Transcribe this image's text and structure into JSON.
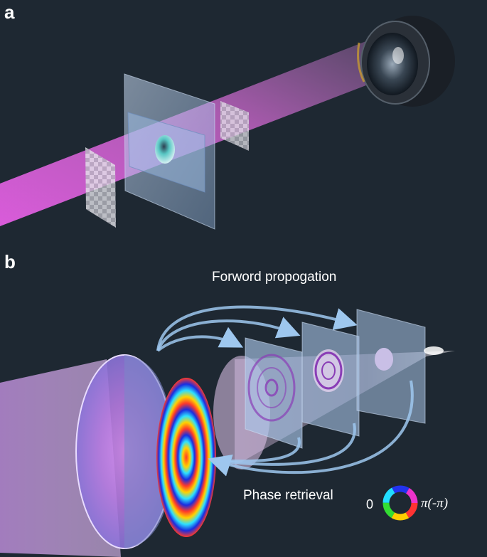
{
  "panels": {
    "a": {
      "label": "a"
    },
    "b": {
      "label": "b",
      "forward_label": "Forword propogation",
      "retrieval_label": "Phase retrieval",
      "colorbar": {
        "min_label": "0",
        "max_label": "π(-π)"
      }
    }
  },
  "colors": {
    "background": "#1e2832",
    "beam": "#e06ae0",
    "plane": "#a9c4e8",
    "arrow": "#9ec7ee"
  },
  "icons": [
    "camera-icon",
    "checkerboard-icon",
    "phase-colorwheel-icon"
  ]
}
